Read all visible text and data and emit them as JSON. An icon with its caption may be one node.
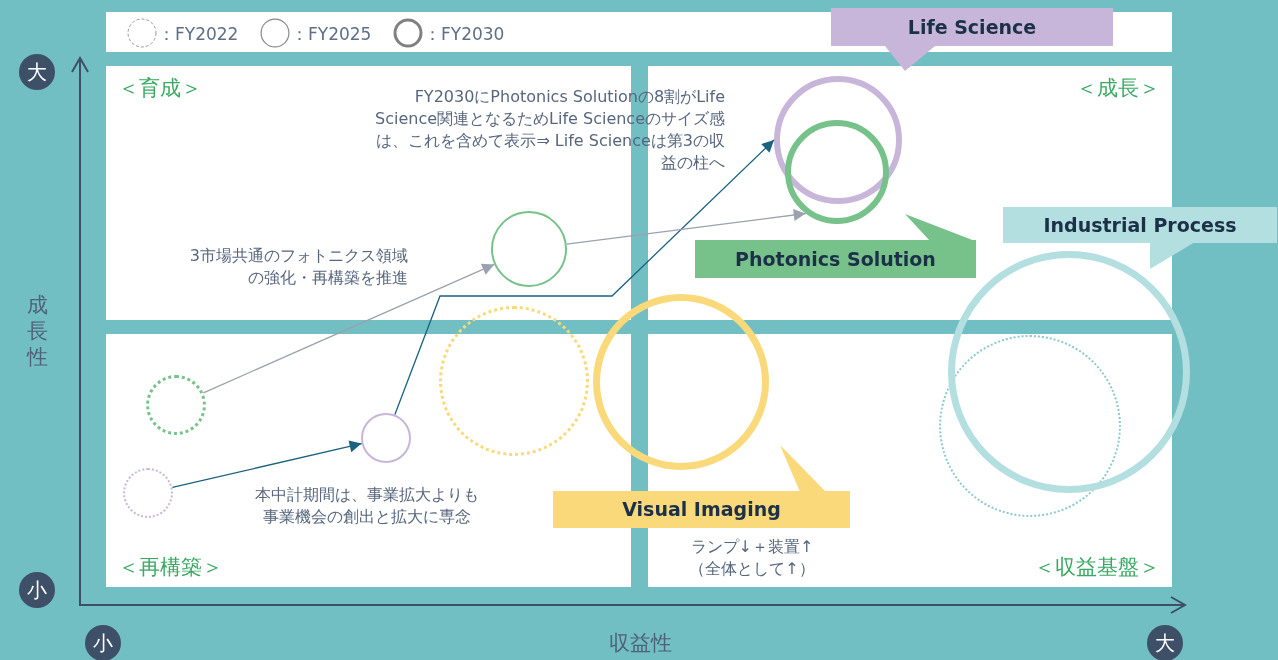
{
  "diagram": {
    "nodes": [
      {
        "text": [
          "＜育成＞"
        ]
      },
      {
        "text": [
          "＜成長＞"
        ]
      },
      {
        "text": [
          "＜再構築＞"
        ]
      },
      {
        "text": [
          "＜収益基盤＞"
        ]
      },
      {
        "text": [
          "Life Science"
        ]
      },
      {
        "text": [],
        "shape": "circle",
        "in": 1
      },
      {
        "text": [],
        "shape": "circle",
        "in": 1
      },
      {
        "text": [
          "Industrial Process"
        ]
      },
      {
        "text": [],
        "shape": "circle",
        "in": 0
      },
      {
        "text": [
          "Photonics Solution"
        ],
        "in": 1
      },
      {
        "text": [],
        "shape": "circle"
      },
      {
        "text": [],
        "shape": "circle"
      },
      {
        "text": [],
        "shape": "circle"
      },
      {
        "text": [],
        "shape": "circle",
        "in": 2
      },
      {
        "text": [],
        "shape": "circle",
        "in": 2
      },
      {
        "text": [],
        "shape": "circle",
        "in": 3
      },
      {
        "text": [],
        "shape": "circle",
        "in": 2
      },
      {
        "text": [
          "Visual Imaging"
        ],
        "beside": [
          "ランプ↓＋装置↑（全体として↑）"
        ]
      }
    ],
    "edges": [
      {
        "from": 16,
        "to": 14,
        "arrow": "to",
        "color": "#1a6280"
      },
      {
        "from": 14,
        "to": 5,
        "arrow": "to",
        "color": "#1a6280"
      },
      {
        "from": 13,
        "to": 8,
        "arrow": "to",
        "color": "#9ba1ae"
      },
      {
        "from": 8,
        "to": 6,
        "arrow": "to",
        "color": "#9ba1ae"
      }
    ],
    "labels": [
      "大",
      "FY2030にPhotonics Solutionの8割がLife Science関連となるためLife Scienceのサイズ感は、これを含めて表示⇒ Life Scienceは第3の収益の柱へ",
      "3市場共通のフォトニクス領域の強化・再構築を推進",
      "成長性",
      "本中計期間は、事業拡大よりも事業機会の創出と拡大に専念",
      "小",
      "小",
      "収益性",
      "大"
    ],
    "legend": [
      {
        "text": "：FY2022"
      },
      {
        "text": "：FY2025"
      },
      {
        "text": "：FY2030"
      }
    ]
  }
}
